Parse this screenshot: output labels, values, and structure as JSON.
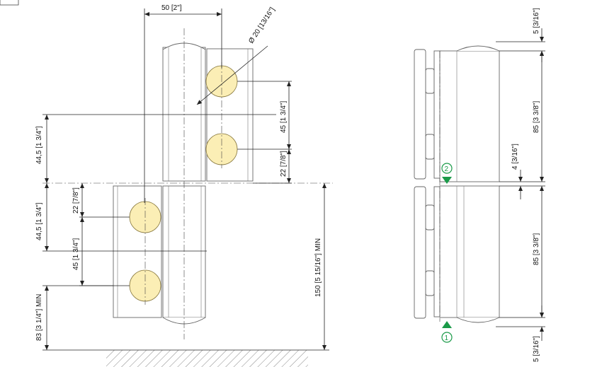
{
  "dimensions": {
    "width_50": "50 [2\"]",
    "diameter_20": "Ø 20 [13/16\"]",
    "left_44_5_top": "44,5 [1  3/4\"]",
    "left_44_5_bottom": "44,5 [1  3/4\"]",
    "right_45_top": "45 [1  3/4\"]",
    "right_22_top": "22 [7/8\"]",
    "left_22_bottom": "22 [7/8\"]",
    "left_45_bottom": "45 [1  3/4\"]",
    "min_83": "83 [3 1/4\"] MIN",
    "min_150": "150 [5 15/16\"] MIN",
    "side_5_top": "5 [3/16\"]",
    "side_85_top": "85 [3 3/8\"]",
    "side_4": "4 [3/16\"]",
    "side_85_bottom": "85 [3  3/8\"]",
    "side_5_bottom": "5 [3/16\"]"
  },
  "markers": {
    "marker_2": "2",
    "marker_1": "1"
  },
  "colors": {
    "hole_fill": "#fbeeb5",
    "marker_green": "#1a9a48"
  }
}
